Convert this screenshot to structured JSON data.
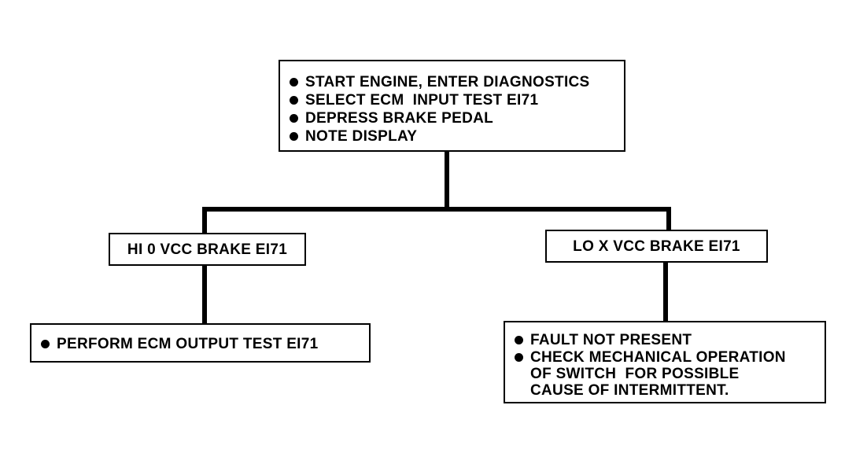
{
  "top_box": {
    "items": [
      "START ENGINE, ENTER DIAGNOSTICS",
      "SELECT ECM  INPUT TEST EI71",
      "DEPRESS BRAKE PEDAL",
      "NOTE DISPLAY"
    ]
  },
  "left_branch": {
    "label": "HI 0 VCC BRAKE EI71",
    "result_items": [
      "PERFORM ECM OUTPUT TEST EI71"
    ]
  },
  "right_branch": {
    "label": "LO X VCC BRAKE EI71",
    "result_items": [
      "FAULT NOT PRESENT",
      "CHECK MECHANICAL OPERATION\nOF SWITCH  FOR POSSIBLE\nCAUSE OF INTERMITTENT."
    ]
  }
}
